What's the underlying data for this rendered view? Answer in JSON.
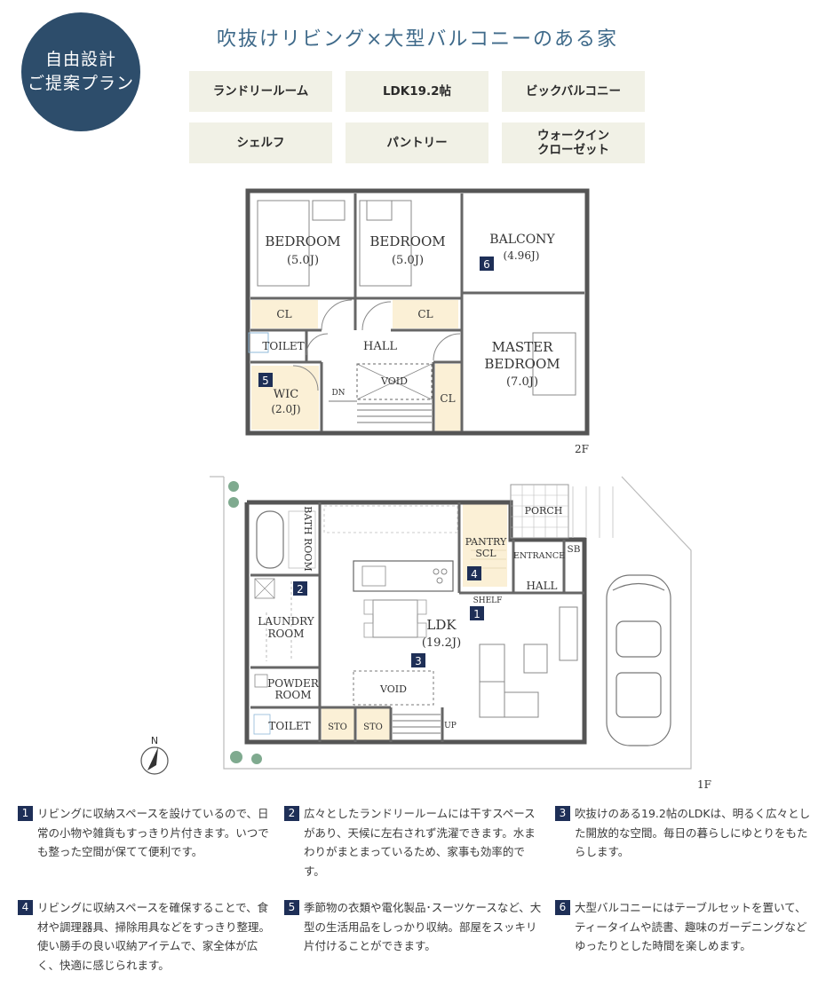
{
  "badge": {
    "line1": "自由設計",
    "line2": "ご提案プラン"
  },
  "title": "吹抜けリビング×大型バルコニーのある家",
  "tags": [
    "ランドリールーム",
    "LDK19.2帖",
    "ビックバルコニー",
    "シェルフ",
    "パントリー",
    "ウォークイン\nクローゼット"
  ],
  "plan2f": {
    "floor_label": "2F",
    "bedroom1": {
      "name": "BEDROOM",
      "size": "(5.0J)"
    },
    "bedroom2": {
      "name": "BEDROOM",
      "size": "(5.0J)"
    },
    "balcony": {
      "name": "BALCONY",
      "size": "(4.96J)"
    },
    "cl1": "CL",
    "cl2": "CL",
    "cl3": "CL",
    "toilet": "TOILET",
    "hall": "HALL",
    "master": {
      "line1": "MASTER",
      "line2": "BEDROOM",
      "size": "(7.0J)"
    },
    "wic": {
      "name": "WIC",
      "size": "(2.0J)"
    },
    "void": "VOID",
    "dn": "DN"
  },
  "plan1f": {
    "floor_label": "1F",
    "bath": "BATH ROOM",
    "laundry": {
      "line1": "LAUNDRY",
      "line2": "ROOM"
    },
    "powder": {
      "line1": "POWDER",
      "line2": "ROOM"
    },
    "toilet": "TOILET",
    "sto1": "STO",
    "sto2": "STO",
    "up": "UP",
    "pantry": {
      "line1": "PANTRY",
      "line2": "SCL"
    },
    "shelf": "SHELF",
    "ldk": {
      "name": "LDK",
      "size": "(19.2J)"
    },
    "void": "VOID",
    "porch": "PORCH",
    "entrance": "ENTRANCE",
    "sb": "SB",
    "hall": "HALL",
    "north": "N"
  },
  "markers": [
    "1",
    "2",
    "3",
    "4",
    "5",
    "6"
  ],
  "notes": [
    {
      "num": "1",
      "text": "リビングに収納スペースを設けているので、日常の小物や雑貨もすっきり片付きます。いつでも整った空間が保てて便利です。"
    },
    {
      "num": "2",
      "text": "広々としたランドリールームには干すスペースがあり、天候に左右されず洗濯できます。水まわりがまとまっているため、家事も効率的です。"
    },
    {
      "num": "3",
      "text": "吹抜けのある19.2帖のLDKは、明るく広々とした開放的な空間。毎日の暮らしにゆとりをもたらします。"
    },
    {
      "num": "4",
      "text": "リビングに収納スペースを確保することで、食材や調理器具、掃除用具などをすっきり整理。使い勝手の良い収納アイテムで、家全体が広く、快適に感じられます。"
    },
    {
      "num": "5",
      "text": "季節物の衣類や電化製品･スーツケースなど、大型の生活用品をしっかり収納。部屋をスッキリ片付けることができます。"
    },
    {
      "num": "6",
      "text": "大型バルコニーにはテーブルセットを置いて、ティータイムや読書、趣味のガーデニングなどゆったりとした時間を楽しめます。"
    }
  ],
  "colors": {
    "badge": "#2d4d6b",
    "title": "#3f6a8a",
    "tag_bg": "#f1f1e6",
    "marker": "#1e2f57",
    "storage": "#fbf0d6",
    "wall": "#555555"
  }
}
